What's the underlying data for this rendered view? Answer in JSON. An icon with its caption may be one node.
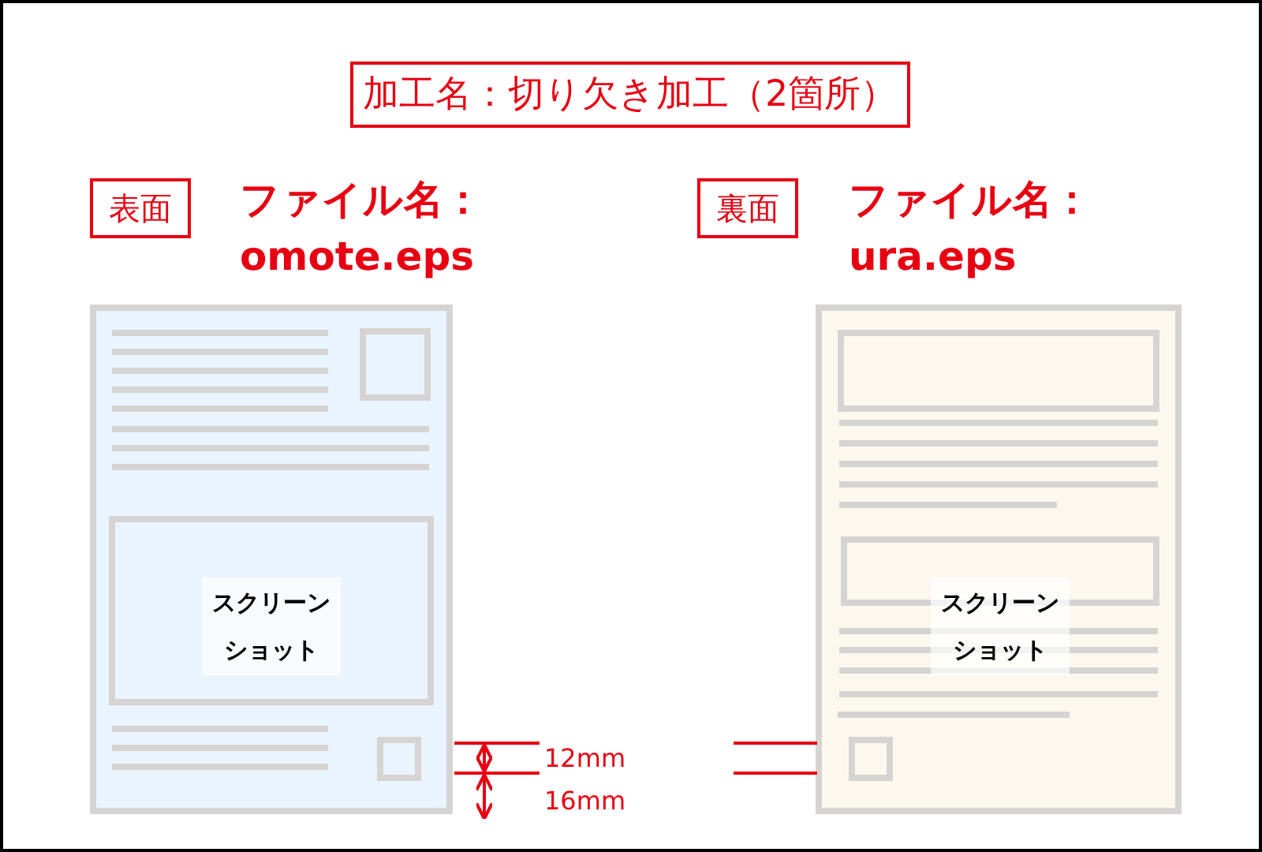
{
  "diagram": {
    "nodes": [
      {
        "text": [
          "加工名：切り欠き加工（2箇所）"
        ]
      },
      {
        "text": [
          "表面"
        ]
      },
      {
        "text": [
          "裏面"
        ]
      },
      {
        "text": [],
        "shape": "box"
      },
      {
        "text": [
          "スクリーンショット"
        ],
        "in": 3
      },
      {
        "text": [],
        "shape": "box"
      },
      {
        "text": [
          "スクリーンショット"
        ],
        "in": 5
      }
    ],
    "labels": [
      "ファイル名：",
      "omote.eps",
      "ファイル名：",
      "ura.eps",
      "12mm",
      "16mm"
    ]
  }
}
